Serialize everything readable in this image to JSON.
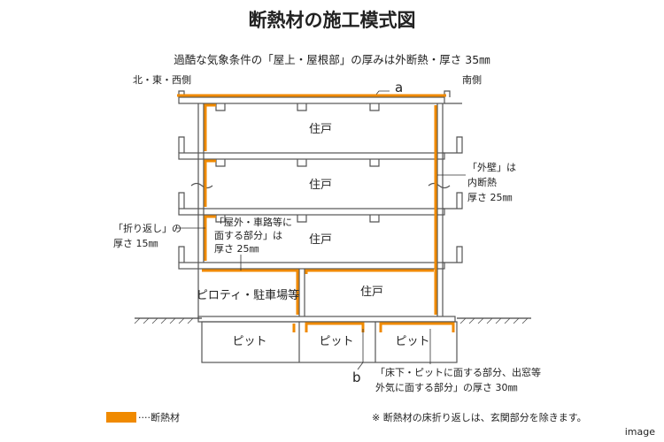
{
  "title": "断熱材の施工模式図",
  "notes": {
    "roof": "過酷な気象条件の「屋上・屋根部」の厚みは外断熱・厚さ 35㎜",
    "left_side": "北・東・西側",
    "right_side": "南側",
    "label_a": "a",
    "label_b": "b",
    "exterior_wall": [
      "「外壁」は",
      "内断熱",
      "厚さ 25㎜"
    ],
    "fold_back": [
      "「折り返し」の",
      "厚さ 15㎜"
    ],
    "outdoor_part": [
      "「屋外・車路等に",
      "面する部分」は",
      "厚さ 25㎜"
    ],
    "floor_pit": [
      "「床下・ピットに面する部分、出窓等",
      "外気に面する部分」の厚さ 30㎜"
    ],
    "legend_label": "····断熱材",
    "footnote": "※ 断熱材の床折り返しは、玄関部分を除きます。",
    "watermark": "image"
  },
  "rooms": {
    "unit": "住戸",
    "piloti": "ピロティ・駐車場等",
    "pit": "ピット"
  },
  "colors": {
    "insulation": "#f08a00",
    "structure": "#555555"
  }
}
